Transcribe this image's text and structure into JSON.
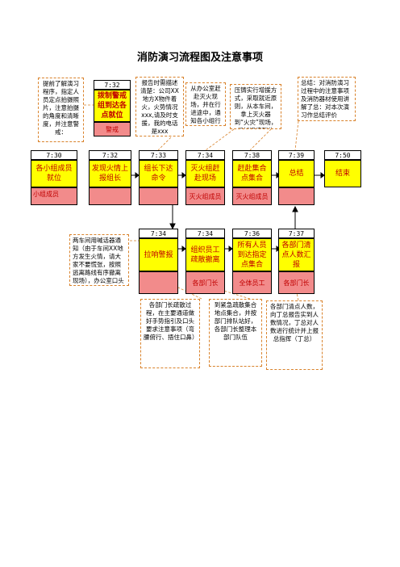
{
  "title": "消防演习流程图及注意事项",
  "notes": {
    "n1": "提前了解演习程序，指定人员定点拍摄照片，注意拍摄的角度和清晰度，并注意警戒：",
    "n2": "报告时需描述清楚：公司XX地方X物件着火，火势情况xxx,请及时支援，我的电话是xxx",
    "n3": "从办公室赶赴灭火现场，并在行进途中，通知各小组行动",
    "n4": "压铸实行增援方式，采取就近原则，从本车间，拿上灭火器到“火灾”现场，机加迅速到位",
    "n5": "总结：对消防演习过程中的注意事项及消防器材使用讲解了总：对本次演习作总结评价",
    "n6": "两车间用喊话器通知（由于车间XX地方发生火情，请大家不要慌张，按照逃离路线有序撤离现场），办公室口头通知",
    "n7": "各部门长疏散过程，在主要通道做好手势指引及口头要求注意事项（弯腰俯行、捂住口鼻）",
    "n8": "到紧急疏散集合地点集合，并按部门排队站好，各部门长整理本部门队伍",
    "n9": "各部门清点人数，向丁总报告实到人数情况，丁总对人数进行统计并上报总指挥（丁总）"
  },
  "top_step": {
    "time": "7:32",
    "action": "拨制警戒组到达各点就位",
    "role": "警戒"
  },
  "row1": [
    {
      "time": "7:30",
      "action": "各小组成员就位",
      "role": "小组成员"
    },
    {
      "time": "7:32",
      "action": "发现火情上报组长",
      "role": ""
    },
    {
      "time": "7:33",
      "action": "组长下达命令",
      "role": ""
    },
    {
      "time": "7:34",
      "action": "灭火组赶赴现场",
      "role": "灭火组成员"
    },
    {
      "time": "7:38",
      "action": "赶赴集合点集合",
      "role": "灭火组成员"
    },
    {
      "time": "7:39",
      "action": "总结",
      "role": ""
    },
    {
      "time": "7:50",
      "action": "结束",
      "role": ""
    }
  ],
  "row2": [
    {
      "time": "7:34",
      "action": "拉响警报",
      "role": ""
    },
    {
      "time": "7:34",
      "action": "组织员工疏散撤离",
      "role": "各部门长"
    },
    {
      "time": "7:36",
      "action": "所有人员到达指定点集合",
      "role": "全体员工"
    },
    {
      "time": "7:37",
      "action": "各部门清点人数汇报",
      "role": "各部门长"
    }
  ],
  "colors": {
    "action_fill": "#ffff00",
    "role_fill": "#f28b8b",
    "text_red": "#c00000",
    "dash_orange": "#d9822b"
  }
}
